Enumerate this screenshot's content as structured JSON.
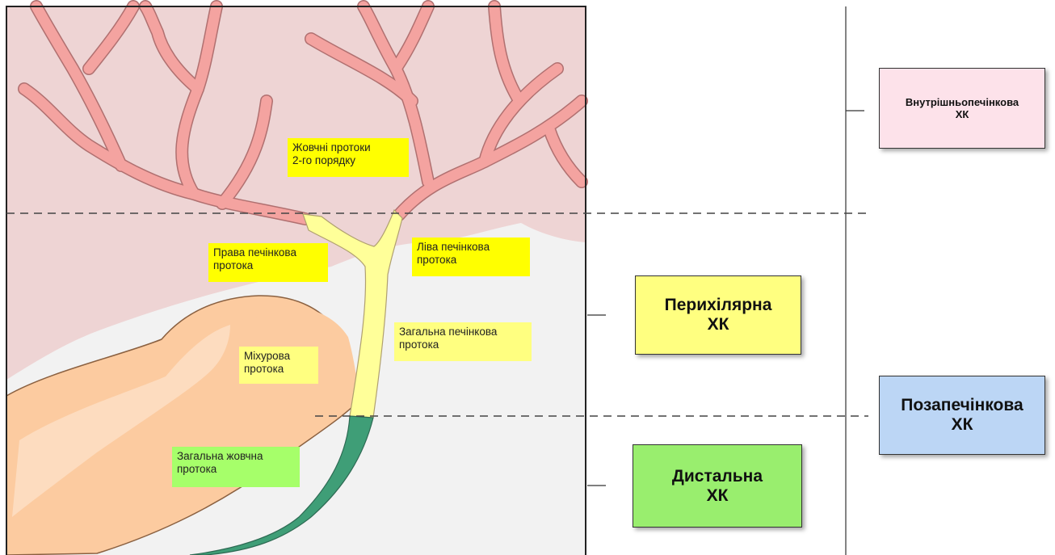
{
  "labels": {
    "second_order": "Жовчні протоки\n2-го порядку",
    "right_hepatic": "Права печінкова\nпротока",
    "left_hepatic": "Ліва печінкова\nпротока",
    "common_hepatic": "Загальна печінкова\nпротока",
    "cystic_duct": "Міхурова\nпротока",
    "common_bile": "Загальна жовчна\nпротока"
  },
  "categories": {
    "intrahepatic": "Внутрішньопечінкова\nХК",
    "perihilar": "Перихілярна\nХК",
    "extrahepatic": "Позапечінкова\nХК",
    "distal": "Дистальна\nХК"
  },
  "colors": {
    "liver": "#eed4d4",
    "lower_bg": "#f2f2f2",
    "ducts": "#f4a3a0",
    "duct_outline": "#b07070",
    "gallbladder": "#fccba0",
    "hepatic_yellow": "#ffff99",
    "common_bile_green": "#3f9e77",
    "intrahepatic_box": "#fde2ea",
    "perihilar_box": "#ffff80",
    "extrahepatic_box": "#bcd6f5",
    "distal_box": "#99ee6e"
  }
}
